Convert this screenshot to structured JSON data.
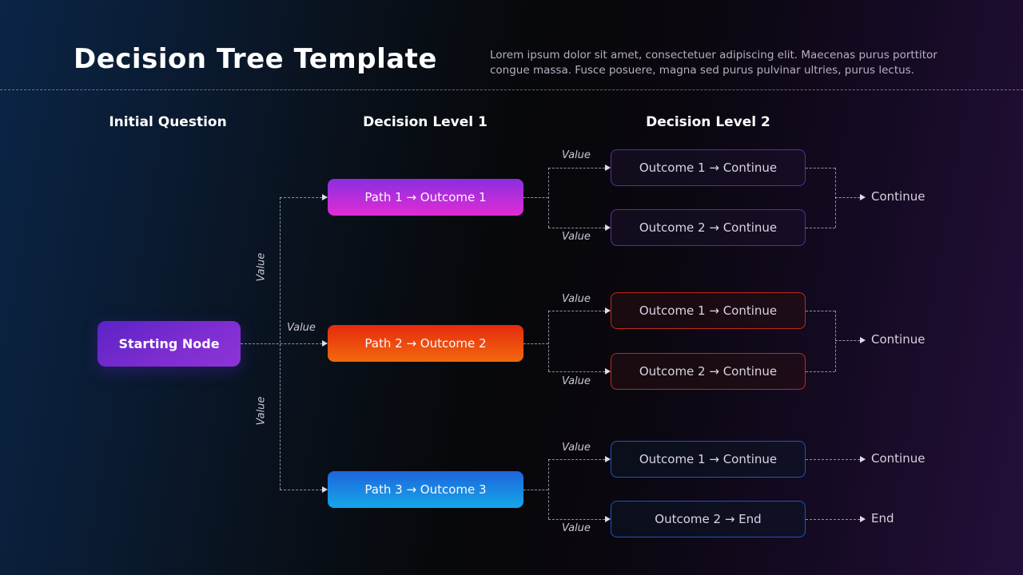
{
  "header": {
    "title": "Decision Tree Template",
    "description": "Lorem ipsum dolor sit amet, consectetuer adipiscing elit. Maecenas purus porttitor congue massa. Fusce posuere, magna sed purus pulvinar ultries, purus lectus."
  },
  "columns": [
    {
      "label": "Initial Question"
    },
    {
      "label": "Decision Level 1"
    },
    {
      "label": "Decision Level 2"
    }
  ],
  "start_node": {
    "label": "Starting Node"
  },
  "labels": {
    "value": "Value"
  },
  "paths": [
    {
      "label": "Path 1 → Outcome 1",
      "outcomes": [
        {
          "label": "Outcome 1 → Continue"
        },
        {
          "label": "Outcome 2 → Continue"
        }
      ],
      "merged_result": "Continue"
    },
    {
      "label": "Path 2 → Outcome 2",
      "outcomes": [
        {
          "label": "Outcome 1 → Continue"
        },
        {
          "label": "Outcome 2 → Continue"
        }
      ],
      "merged_result": "Continue"
    },
    {
      "label": "Path 3 → Outcome 3",
      "outcomes": [
        {
          "label": "Outcome 1 → Continue",
          "result": "Continue"
        },
        {
          "label": "Outcome 2 → End",
          "result": "End"
        }
      ]
    }
  ],
  "colors": {
    "background_left": "#0b2546",
    "background_center": "#07080b",
    "background_right": "#23103a",
    "start_node_gradient": [
      "#5b23c6",
      "#8e34d8"
    ],
    "path1_gradient": [
      "#8a2ee0",
      "#e22cd5"
    ],
    "path2_gradient": [
      "#e62a0e",
      "#f2690d"
    ],
    "path3_gradient": [
      "#1f64dc",
      "#14a7e8"
    ],
    "outcome1_border": "#5c2ca6",
    "outcome2_border": "#c2291a",
    "outcome3_border": "#1c55c2",
    "connector": "#dedbe9"
  }
}
